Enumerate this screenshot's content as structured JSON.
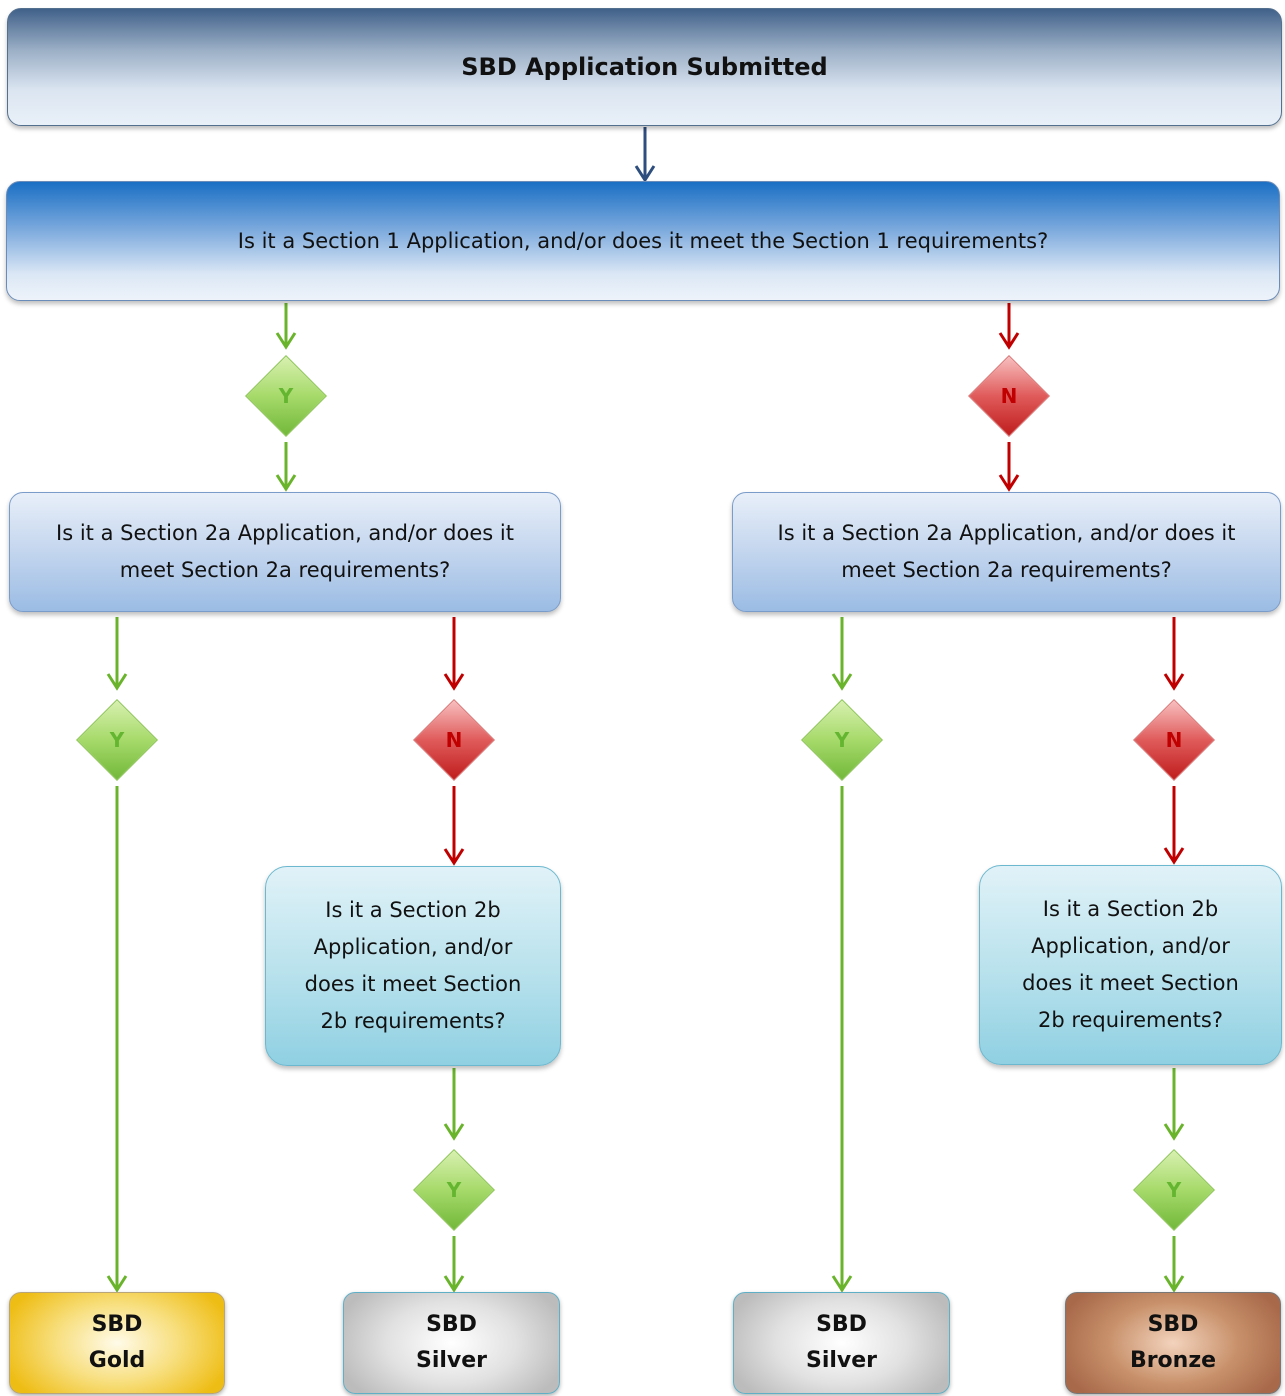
{
  "start": {
    "label": "SBD Application Submitted"
  },
  "question_section1": {
    "text": "Is it a Section 1 Application, and/or does it meet the Section 1 requirements?"
  },
  "question_section2a_left": {
    "line1": "Is it a Section 2a Application, and/or does it",
    "line2": "meet Section 2a requirements?"
  },
  "question_section2a_right": {
    "line1": "Is it a Section 2a Application, and/or does it",
    "line2": "meet Section 2a requirements?"
  },
  "question_section2b_left": {
    "lines": [
      "Is it a Section 2b",
      "Application, and/or",
      "does it meet Section",
      "2b requirements?"
    ]
  },
  "question_section2b_right": {
    "lines": [
      "Is it a Section 2b",
      "Application, and/or",
      "does it meet Section",
      "2b requirements?"
    ]
  },
  "decisions": {
    "yes": "Y",
    "no": "N"
  },
  "outcomes": [
    {
      "line1": "SBD",
      "line2": "Gold"
    },
    {
      "line1": "SBD",
      "line2": "Silver"
    },
    {
      "line1": "SBD",
      "line2": "Silver"
    },
    {
      "line1": "SBD",
      "line2": "Bronze"
    }
  ],
  "colors": {
    "yes_arrow": "#6ab42c",
    "no_arrow": "#c00000",
    "main_arrow": "#2e4e7e"
  }
}
